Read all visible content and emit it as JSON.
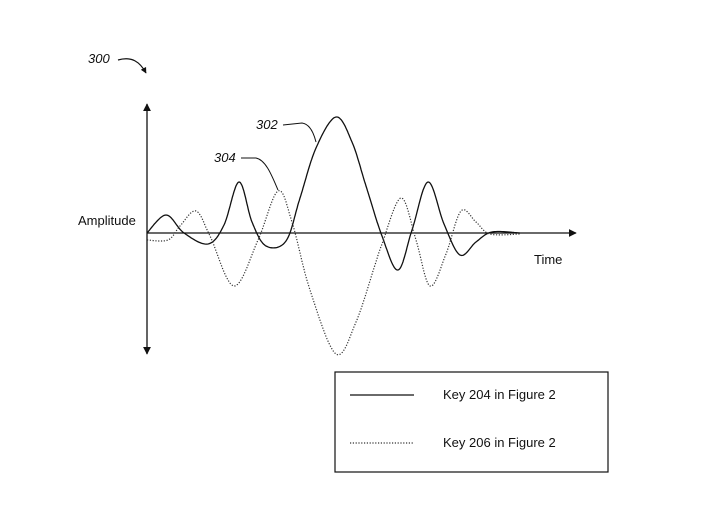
{
  "figure": {
    "ref_number": "300",
    "labels": {
      "y_axis": "Amplitude",
      "x_axis": "Time"
    },
    "curves": [
      {
        "ref": "302",
        "style": "solid",
        "color": "#111111"
      },
      {
        "ref": "304",
        "style": "dotted",
        "color": "#333333"
      }
    ],
    "legend": {
      "entries": [
        {
          "style": "solid",
          "label": "Key 204 in Figure 2"
        },
        {
          "style": "dotted",
          "label": "Key 206 in Figure 2"
        }
      ]
    }
  }
}
